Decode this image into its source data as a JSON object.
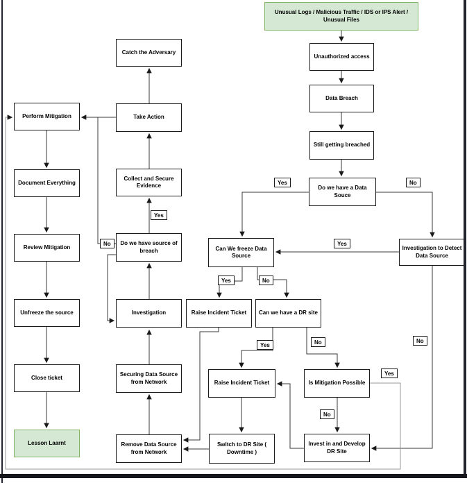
{
  "labels": {
    "yes": "Yes",
    "no": "No"
  },
  "colors": {
    "green_fill": "#d5e8d4",
    "green_border": "#82b366",
    "box_border": "#1a1a1a",
    "line": "#3a3a3a",
    "loop_line": "#9a9a9a"
  },
  "diagram": {
    "nodes": {
      "alert_header": "Unusual Logs / Malicious Traffic / IDS or IPS Alert / Unusual Files",
      "unauthorized_access": "Unauthorized access",
      "data_breach": "Data Breach",
      "still_breached": "Still getting breached",
      "data_source_q": "Do we have a Data Souce",
      "can_freeze_q": "Can We freeze Data Source",
      "investigate_detect": "Investigation to Detect Data Source",
      "raise_ticket_1": "Raise Incident Ticket",
      "can_dr_q": "Can we have a DR site",
      "raise_ticket_2": "Raise Incident Ticket",
      "is_mitigation_q": "Is Mitigation Possible",
      "switch_dr": "Switch to DR Site ( Downtime )",
      "invest_dr": "Invest in and Develop DR Site",
      "catch_adversary": "Catch the Adversary",
      "take_action": "Take Action",
      "collect_evidence": "Collect and Secure Evidence",
      "breach_source_q": "Do we have source of breach",
      "investigation": "Investigation",
      "securing_source": "Securing Data Source from Network",
      "remove_source": "Remove Data Source from Network",
      "perform_mitigation": "Perform Mitigation",
      "document_everything": "Document Everything",
      "review_mitigation": "Review Mitigation",
      "unfreeze_source": "Unfreeze the source",
      "close_ticket": "Close ticket",
      "lesson_learnt": "Lesson Laarnt"
    }
  }
}
